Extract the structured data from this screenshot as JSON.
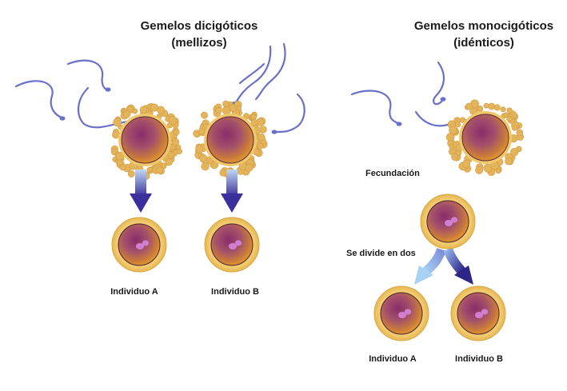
{
  "left": {
    "title_line1": "Gemelos dicigóticos",
    "title_line2": "(mellizos)",
    "label_a": "Individuo A",
    "label_b": "Individuo B"
  },
  "right": {
    "title_line1": "Gemelos monocigóticos",
    "title_line2": "(idénticos)",
    "fertilization": "Fecundación",
    "divides": "Se divide en dos",
    "label_a": "Individuo A",
    "label_b": "Individuo B"
  },
  "colors": {
    "corona_cells": "#e3b45a",
    "zona": "#f0c86a",
    "ooplasm": "#8b3b62",
    "nucleus": "#d27fd0",
    "sperm": "#6a70c8",
    "arrow_dark": "#3a2f9c",
    "arrow_light": "#9fc7ee"
  }
}
